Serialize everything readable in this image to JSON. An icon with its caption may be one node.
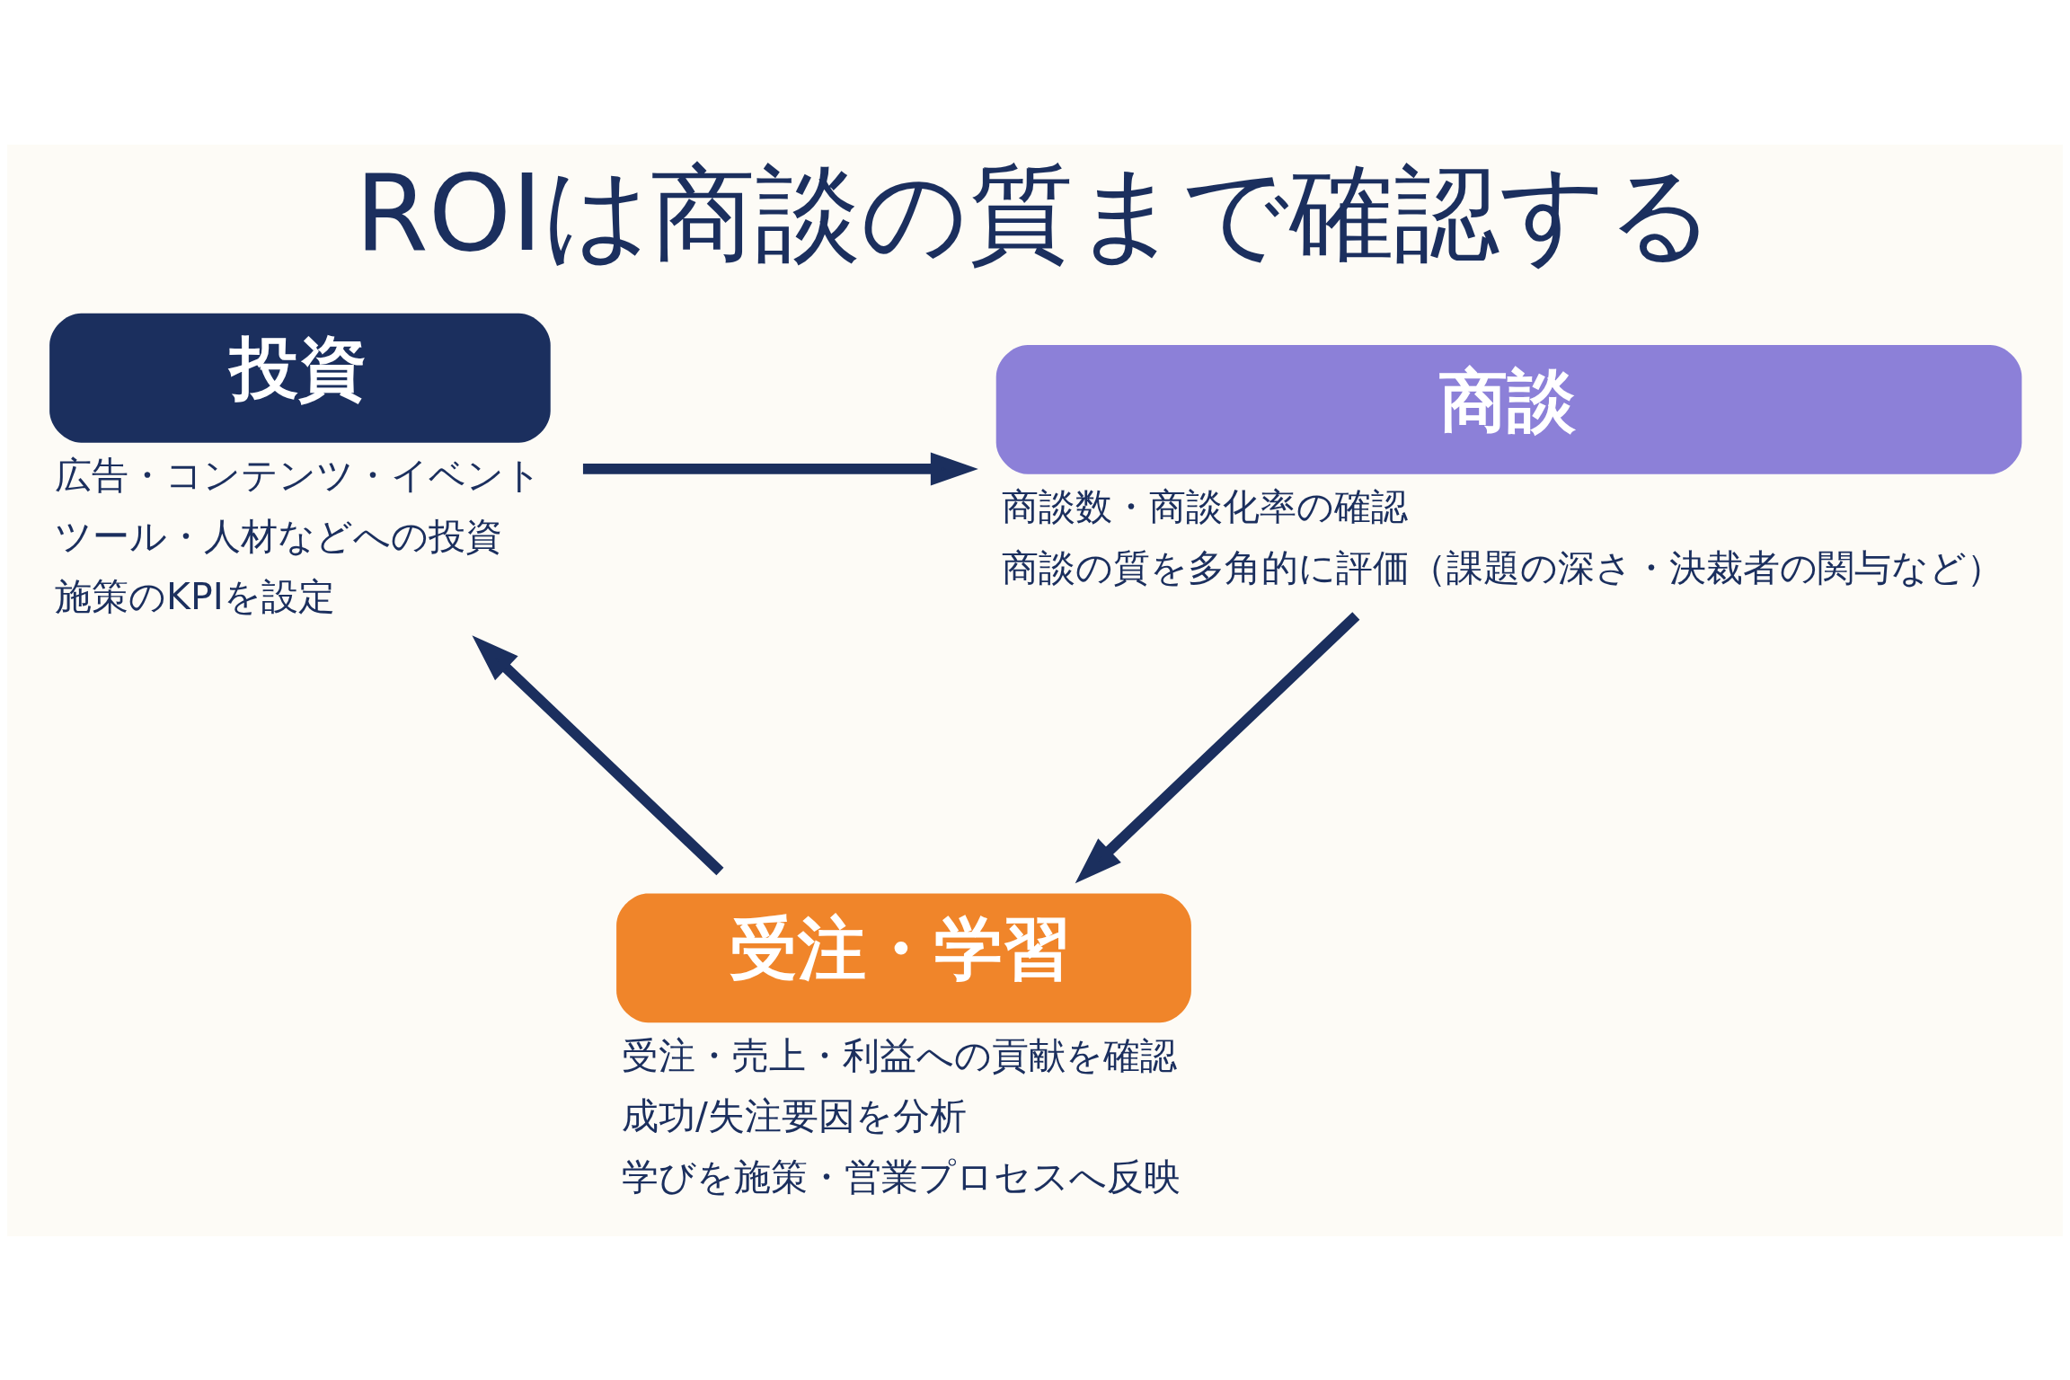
{
  "diagram": {
    "title": "ROIは商談の質まで確認する",
    "nodes": [
      {
        "text": [
          "投資"
        ],
        "beside": [
          "広告・コンテンツ・イベント",
          "ツール・人材などへの投資",
          "施策のKPIを設定"
        ]
      },
      {
        "text": [
          "商談"
        ],
        "beside": [
          "商談数・商談化率の確認",
          "商談の質を多角的に評価（課題の深さ・決裁者の関与など）"
        ]
      },
      {
        "text": [
          "受注・学習"
        ],
        "beside": [
          "受注・売上・利益への貢献を確認",
          "成功/失注要因を分析",
          "学びを施策・営業プロセスへ反映"
        ]
      }
    ],
    "edges": [
      {
        "from": 0,
        "to": 1,
        "arrow": "to"
      },
      {
        "from": 1,
        "to": 2,
        "arrow": "to"
      },
      {
        "from": 2,
        "to": 0,
        "arrow": "to"
      }
    ]
  }
}
